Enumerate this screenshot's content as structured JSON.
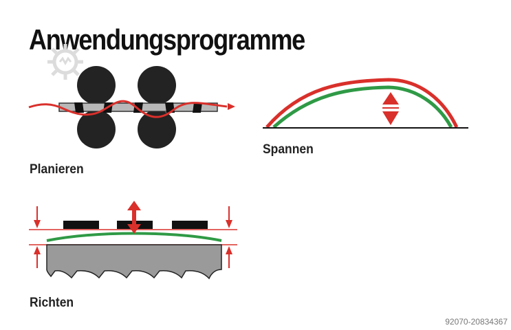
{
  "title": "Anwendungsprogramme",
  "sections": {
    "planieren": {
      "label": "Planieren"
    },
    "spannen": {
      "label": "Spannen"
    },
    "richten": {
      "label": "Richten"
    }
  },
  "watermark": {
    "id": "92070-20834367",
    "icon": "gear-icon"
  },
  "colors": {
    "red": "#d9302b",
    "green": "#2f9a46",
    "roller": "#232323",
    "blade": "#9a9a9a"
  }
}
